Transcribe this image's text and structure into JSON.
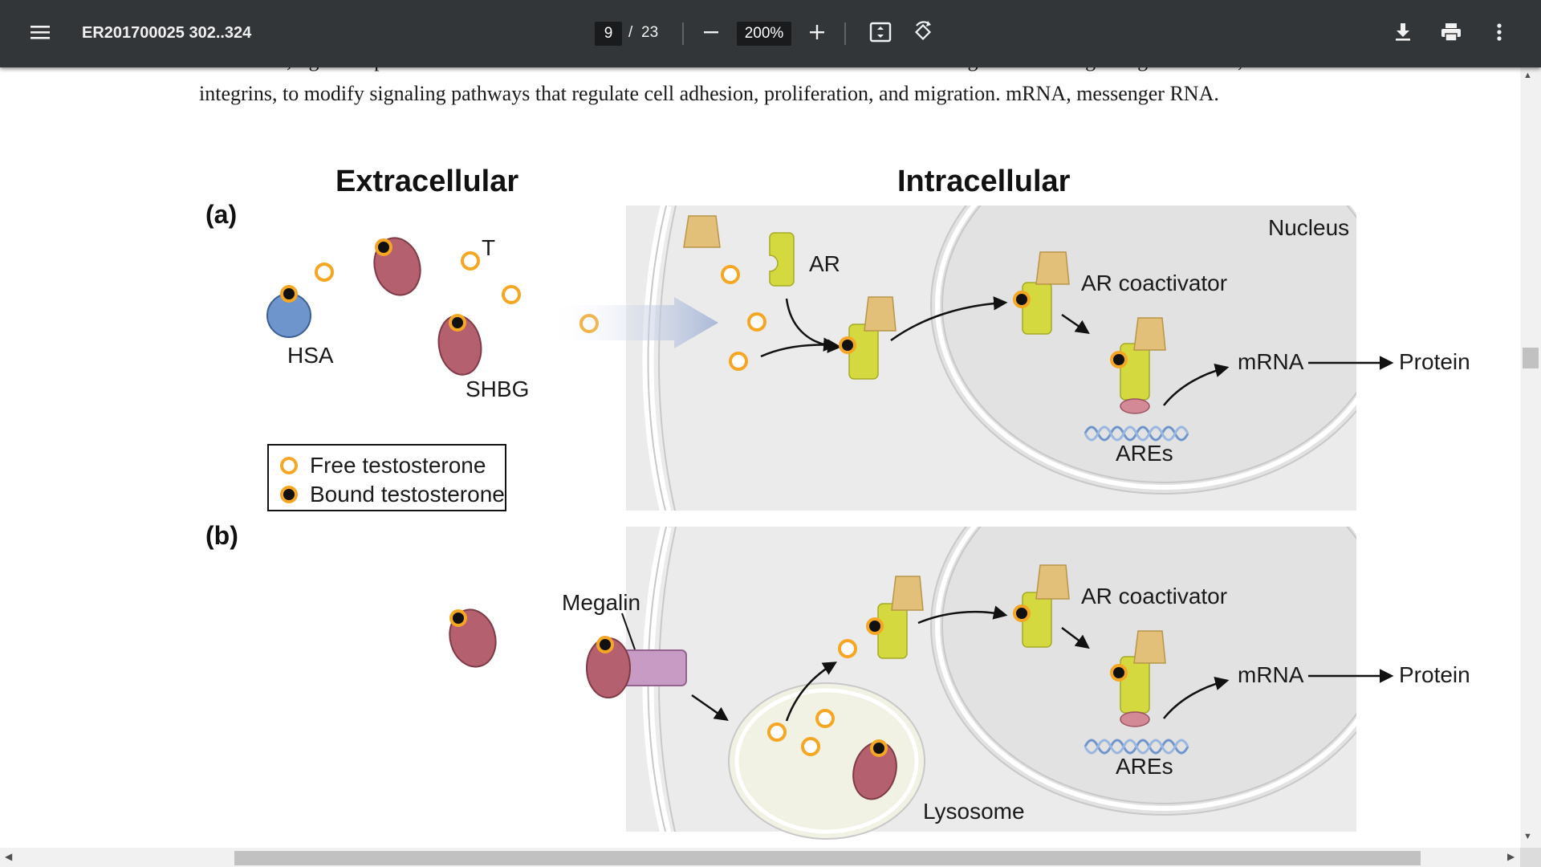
{
  "toolbar": {
    "title": "ER201700025 302..324",
    "current_page": "9",
    "page_separator": "/",
    "total_pages": "23",
    "zoom": "200%"
  },
  "document": {
    "caption_partial": "this model, ligand dependent interactions between SHBG and fibulins modulate their binding to various signaling molecules, such as",
    "caption_line2": "integrins, to modify signaling pathways that regulate cell adhesion, proliferation, and migration. mRNA, messenger RNA.",
    "figure": {
      "heading_extracellular": "Extracellular",
      "heading_intracellular": "Intracellular",
      "panel_a_label": "(a)",
      "panel_b_label": "(b)",
      "label_T": "T",
      "label_HSA": "HSA",
      "label_SHBG": "SHBG",
      "label_AR": "AR",
      "label_nucleus": "Nucleus",
      "label_ar_coactivator_a": "AR coactivator",
      "label_mrna_a": "mRNA",
      "label_protein_a": "Protein",
      "label_ares_a": "AREs",
      "legend_free": "Free testosterone",
      "legend_bound": "Bound testosterone",
      "label_megalin": "Megalin",
      "label_ar_coactivator_b": "AR coactivator",
      "label_mrna_b": "mRNA",
      "label_protein_b": "Protein",
      "label_ares_b": "AREs",
      "label_lysosome": "Lysosome"
    }
  },
  "colors": {
    "toolbar_bg": "#323639",
    "cell_fill": "#ededed",
    "free_testosterone": "#f5a623",
    "bound_core": "#111111",
    "shbg": "#b5606e",
    "hsa": "#6f96cc",
    "ar_receptor": "#d4d93f",
    "coactivator": "#e3c07a",
    "megalin": "#c89bc4"
  },
  "icons": [
    "menu-icon",
    "minus-icon",
    "plus-icon",
    "fit-page-icon",
    "rotate-icon",
    "download-icon",
    "print-icon",
    "more-vert-icon"
  ]
}
